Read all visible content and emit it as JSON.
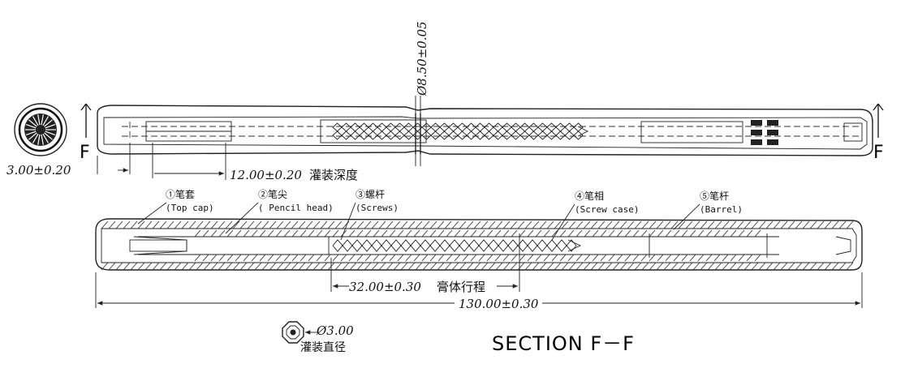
{
  "labels": {
    "section_mark_left": "F",
    "section_mark_right": "F",
    "diameter_main": "Ø8.50±0.05",
    "dim_cap_offset": "3.00±0.20",
    "dim_fill_depth": "12.00±0.20",
    "fill_depth_cn": "灌装深度",
    "dim_paste_travel": "32.00±0.30",
    "paste_travel_cn": "膏体行程",
    "dim_total_length": "130.00±0.30",
    "fill_diameter": "Ø3.00",
    "fill_diameter_cn": "灌装直径",
    "section_title": "SECTION F－F"
  },
  "parts": [
    {
      "num": "①",
      "cn": "笔套",
      "en": "(Top cap)"
    },
    {
      "num": "②",
      "cn": "笔尖",
      "en": "( Pencil head)"
    },
    {
      "num": "③",
      "cn": "螺杆",
      "en": "(Screws)"
    },
    {
      "num": "④",
      "cn": "笔相",
      "en": "(Screw case)"
    },
    {
      "num": "⑤",
      "cn": "笔杆",
      "en": "(Barrel)"
    }
  ]
}
